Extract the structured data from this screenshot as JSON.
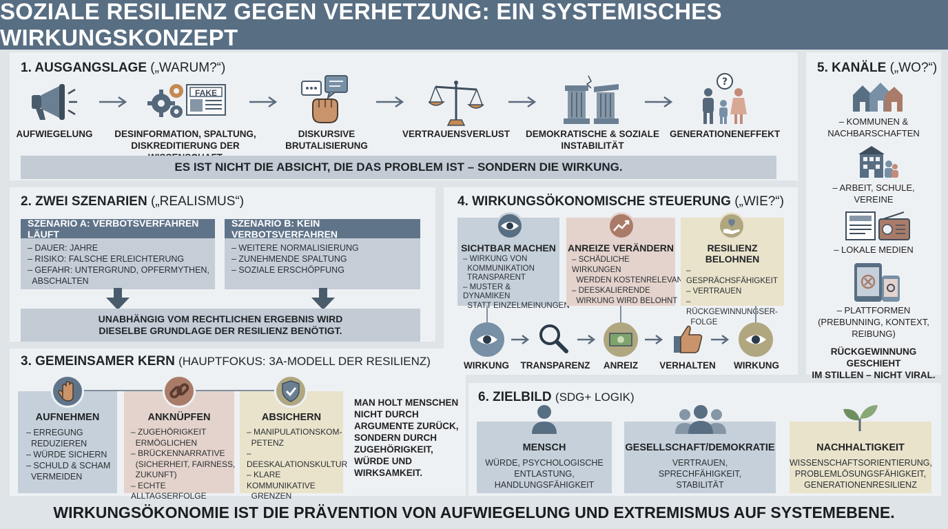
{
  "title": "SOZIALE RESILIENZ GEGEN VERHETZUNG: EIN SYSTEMISCHES WIRKUNGSKONZEPT",
  "s1": {
    "title": "1. AUSGANGSLAGE",
    "sub": "(„WARUM?“)",
    "steps": [
      {
        "label": "AUFWIEGELUNG"
      },
      {
        "label": "DESINFORMATION, SPALTUNG,\nDISKREDITIERUNG DER WISSENSCHAFT"
      },
      {
        "label": "DISKURSIVE\nBRUTALISIERUNG"
      },
      {
        "label": "VERTRAUENSVERLUST"
      },
      {
        "label": "DEMOKRATISCHE & SOZIALE\nINSTABILITÄT"
      },
      {
        "label": "GENERATIONENEFFEKT"
      }
    ],
    "fake": "FAKE",
    "banner": "ES IST NICHT DIE ABSICHT, DIE DAS PROBLEM IST – SONDERN DIE WIRKUNG."
  },
  "s2": {
    "title": "2. ZWEI SZENARIEN",
    "sub": "(„REALISMUS“)",
    "a_head": "SZENARIO A: VERBOTSVERFAHREN LÄUFT",
    "a_items": [
      "– DAUER: JAHRE",
      "– RISIKO: FALSCHE ERLEICHTERUNG",
      "– GEFAHR: UNTERGRUND, OPFERMYTHEN,",
      "  ABSCHALTEN"
    ],
    "b_head": "SZENARIO B: KEIN VERBOTSVERFAHREN",
    "b_items": [
      "– WEITERE NORMALISIERUNG",
      "– ZUNEHMENDE SPALTUNG",
      "– SOZIALE ERSCHÖPFUNG"
    ],
    "banner": "UNABHÄNGIG VOM RECHTLICHEN ERGEBNIS WIRD\nDIESELBE GRUNDLAGE DER RESILIENZ BENÖTIGT."
  },
  "s3": {
    "title": "3. GEMEINSAMER KERN",
    "sub": "(HAUPTFOKUS: 3A-MODELL DER RESILIENZ)",
    "cards": [
      {
        "title": "AUFNEHMEN",
        "items": [
          "– ERREGUNG",
          "  REDUZIEREN",
          "– WÜRDE SICHERN",
          "– SCHULD & SCHAM",
          "  VERMEIDEN"
        ]
      },
      {
        "title": "ANKNÜPFEN",
        "items": [
          "– ZUGEHÖRIGKEIT",
          "  ERMÖGLICHEN",
          "– BRÜCKENNARRATIVE",
          "  (SICHERHEIT, FAIRNESS,",
          "  ZUKUNFT)",
          "– ECHTE ALLTAGSERFOLGE"
        ]
      },
      {
        "title": "ABSICHERN",
        "items": [
          "– MANIPULATIONSKOM-",
          "  PETENZ",
          "– DEESKALATIONSKULTUR",
          "– KLARE KOMMUNIKATIVE",
          "  GRENZEN"
        ]
      }
    ],
    "quote": "MAN HOLT MENSCHEN\nNICHT DURCH\nARGUMENTE ZURÜCK,\nSONDERN DURCH\nZUGEHÖRIGKEIT,\nWÜRDE UND\nWIRKSAMKEIT."
  },
  "s4": {
    "title": "4. WIRKUNGSÖKONOMISCHE STEUERUNG",
    "sub": "(„WIE?“)",
    "cols": [
      {
        "title": "SICHTBAR MACHEN",
        "items": [
          "– WIRKUNG VON",
          "  KOMMUNIKATION",
          "  TRANSPARENT",
          "– MUSTER & DYNAMIKEN",
          "  STATT EINZELMEINUNGEN"
        ]
      },
      {
        "title": "ANREIZE VERÄNDERN",
        "items": [
          "– SCHÄDLICHE WIRKUNGEN",
          "  WERDEN KOSTENRELEVANT",
          "– DEESKALIERENDE",
          "  WIRKUNG WIRD BELOHNT"
        ]
      },
      {
        "title": "RESILIENZ BELOHNEN",
        "items": [
          "– GESPRÄCHSFÄHIGKEIT",
          "– VERTRAUEN",
          "– RÜCKGEWINNUNGSER-",
          "  FOLGE"
        ]
      }
    ],
    "cycle": [
      "WIRKUNG",
      "TRANSPARENZ",
      "ANREIZ",
      "VERHALTEN",
      "WIRKUNG"
    ]
  },
  "s5": {
    "title": "5. KANÄLE",
    "sub": "(„WO?“)",
    "items": [
      "– KOMMUNEN &\nNACHBARSCHAFTEN",
      "– ARBEIT, SCHULE,\nVEREINE",
      "– LOKALE MEDIEN",
      "– PLATTFORMEN\n(PREBUNNING, KONTEXT,\nREIBUNG)"
    ],
    "note": "RÜCKGEWINNUNG GESCHIEHT\nIM STILLEN – NICHT VIRAL."
  },
  "s6": {
    "title": "6. ZIELBILD",
    "sub": "(SDG+ LOGIK)",
    "cards": [
      {
        "title": "MENSCH",
        "text": "WÜRDE, PSYCHOLOGISCHE\nENTLASTUNG,\nHANDLUNGSFÄHIGKEIT"
      },
      {
        "title": "GESELLSCHAFT/DEMOKRATIE",
        "text": "VERTRAUEN,\nSPRECHFÄHIGKEIT,\nSTABILITÄT"
      },
      {
        "title": "NACHHALTIGKEIT",
        "text": "WISSENSCHAFTSORIENTIERUNG,\nPROBLEMLÖSUNGSFÄHIGKEIT,\nGENERATIONENRESILIENZ"
      }
    ]
  },
  "footer": "WIRKUNGSÖKONOMIE IST DIE PRÄVENTION VON AUFWIEGELUNG UND EXTREMISMUS AUF SYSTEMEBENE.",
  "colors": {
    "header": "#586e83",
    "blue_card": "#c6d0da",
    "rose_card": "#e4d3cc",
    "beige_card": "#e9e3cb"
  }
}
